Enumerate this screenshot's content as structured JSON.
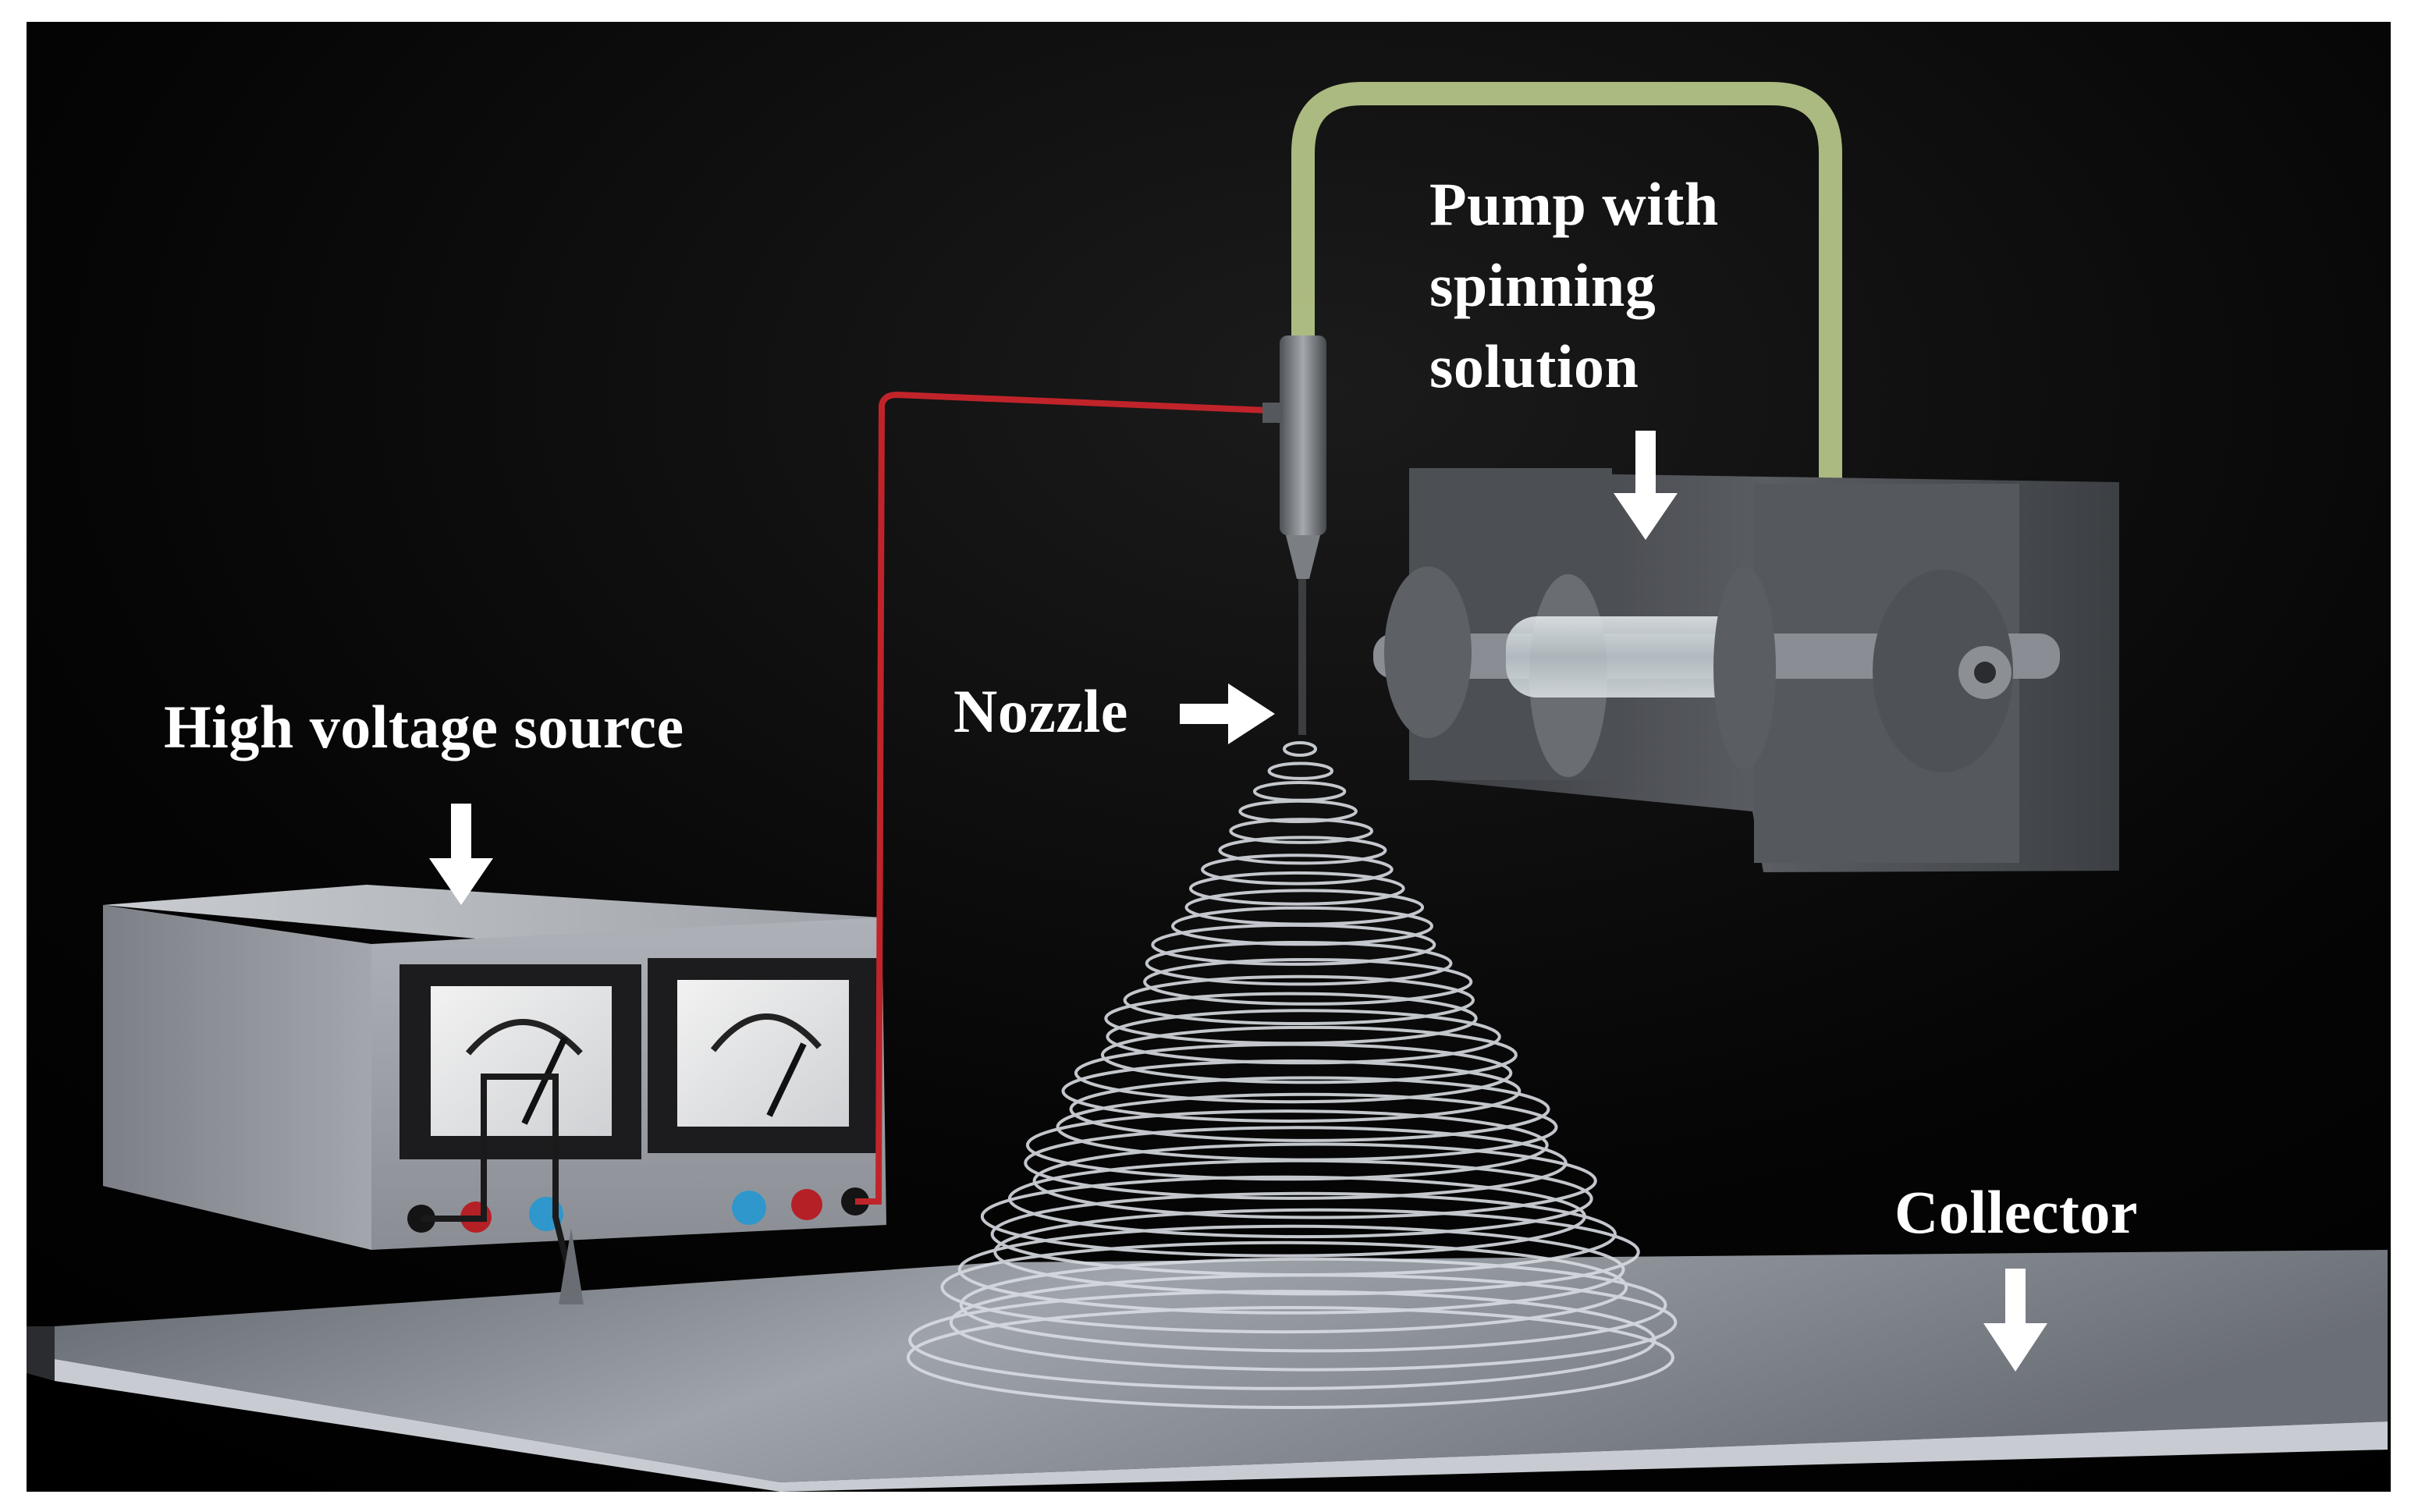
{
  "figure": {
    "labels": {
      "high_voltage_source": "High voltage source",
      "nozzle": "Nozzle",
      "pump_line1": "Pump with",
      "pump_line2": "spinning",
      "pump_line3": "solution",
      "collector": "Collector"
    },
    "colors": {
      "background": "#000000",
      "frame": "#ffffff",
      "label_text": "#ffffff",
      "arrow": "#ffffff",
      "wire": "#c0242a",
      "tube": "#b9c98a",
      "collector_plate": "#8e939b",
      "device_body": "#b8bcc2",
      "pump_block": "#4a4d52",
      "fiber_spiral": "#d8dce2"
    },
    "icons": [
      "arrow-down-icon",
      "arrow-right-icon",
      "meter-dial-icon",
      "terminal-knob-icon"
    ]
  }
}
